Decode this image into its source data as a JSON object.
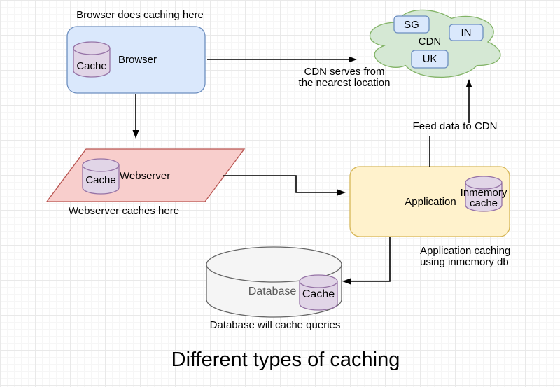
{
  "title": "Different types of caching",
  "browser": {
    "caption": "Browser does caching here",
    "label": "Browser",
    "cache_label": "Cache"
  },
  "cdn": {
    "label": "CDN",
    "nodes": [
      "SG",
      "IN",
      "UK"
    ],
    "serve_note": [
      "CDN serves from",
      "the nearest location"
    ],
    "feed_note": "Feed data to CDN"
  },
  "webserver": {
    "label": "Webserver",
    "cache_label": "Cache",
    "caption": "Webserver caches here"
  },
  "application": {
    "label": "Application",
    "cache_label": [
      "Inmemory",
      "cache"
    ],
    "caption": [
      "Application caching",
      "using inmemory db"
    ]
  },
  "database": {
    "label": "Database",
    "cache_label": "Cache",
    "caption": "Database will cache queries"
  },
  "colors": {
    "browser_fill": "#dae8fc",
    "browser_stroke": "#6c8ebf",
    "cloud_fill": "#d5e8d4",
    "cloud_stroke": "#82b366",
    "cdn_node_fill": "#dae8fc",
    "cdn_node_stroke": "#6c8ebf",
    "webserver_fill": "#f8cecc",
    "webserver_stroke": "#b85450",
    "application_fill": "#fff2cc",
    "application_stroke": "#d6b656",
    "cache_fill": "#e1d5e7",
    "cache_stroke": "#9673a6",
    "database_fill": "#f5f5f5",
    "database_stroke": "#666666",
    "database_text": "#595959",
    "edge": "#000000"
  }
}
